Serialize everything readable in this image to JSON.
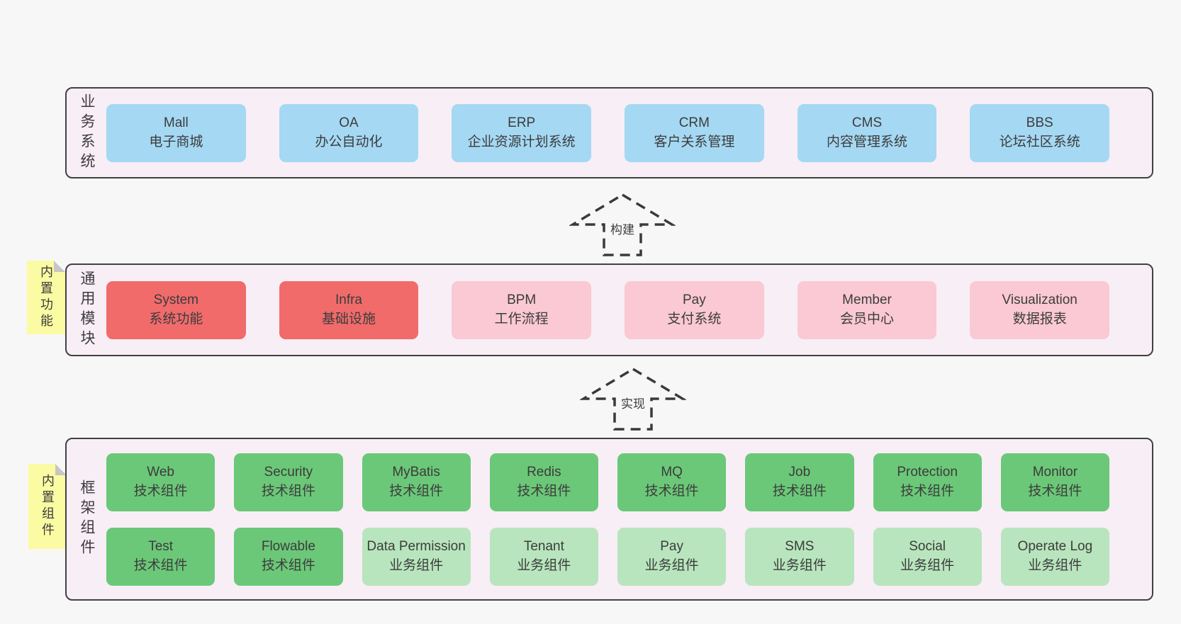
{
  "colors": {
    "page_bg": "#f7f7f7",
    "band_bg": "#f8eef6",
    "band_border": "#414141",
    "blue_box": "#a5d8f3",
    "red_box": "#f16b6b",
    "pink_box": "#fac9d3",
    "green_box": "#6bc878",
    "light_green_box": "#b8e5bd",
    "note_bg": "#fbfba3",
    "text": "#3c3c3c"
  },
  "arrows": [
    {
      "label": "构建"
    },
    {
      "label": "实现"
    }
  ],
  "bands": [
    {
      "label": "业务系统",
      "boxes": [
        {
          "name": "Mall",
          "subtitle": "电子商城"
        },
        {
          "name": "OA",
          "subtitle": "办公自动化"
        },
        {
          "name": "ERP",
          "subtitle": "企业资源计划系统"
        },
        {
          "name": "CRM",
          "subtitle": "客户关系管理"
        },
        {
          "name": "CMS",
          "subtitle": "内容管理系统"
        },
        {
          "name": "BBS",
          "subtitle": "论坛社区系统"
        }
      ]
    },
    {
      "label": "通用模块",
      "note": "内置功能",
      "boxes": [
        {
          "name": "System",
          "subtitle": "系统功能"
        },
        {
          "name": "Infra",
          "subtitle": "基础设施"
        },
        {
          "name": "BPM",
          "subtitle": "工作流程"
        },
        {
          "name": "Pay",
          "subtitle": "支付系统"
        },
        {
          "name": "Member",
          "subtitle": "会员中心"
        },
        {
          "name": "Visualization",
          "subtitle": "数据报表"
        }
      ]
    },
    {
      "label": "框架组件",
      "note": "内置组件",
      "boxes": [
        {
          "name": "Web",
          "subtitle": "技术组件"
        },
        {
          "name": "Security",
          "subtitle": "技术组件"
        },
        {
          "name": "MyBatis",
          "subtitle": "技术组件"
        },
        {
          "name": "Redis",
          "subtitle": "技术组件"
        },
        {
          "name": "MQ",
          "subtitle": "技术组件"
        },
        {
          "name": "Job",
          "subtitle": "技术组件"
        },
        {
          "name": "Protection",
          "subtitle": "技术组件"
        },
        {
          "name": "Monitor",
          "subtitle": "技术组件"
        },
        {
          "name": "Test",
          "subtitle": "技术组件"
        },
        {
          "name": "Flowable",
          "subtitle": "技术组件"
        },
        {
          "name": "Data Permission",
          "subtitle": "业务组件"
        },
        {
          "name": "Tenant",
          "subtitle": "业务组件"
        },
        {
          "name": "Pay",
          "subtitle": "业务组件"
        },
        {
          "name": "SMS",
          "subtitle": "业务组件"
        },
        {
          "name": "Social",
          "subtitle": "业务组件"
        },
        {
          "name": "Operate Log",
          "subtitle": "业务组件"
        }
      ]
    }
  ]
}
